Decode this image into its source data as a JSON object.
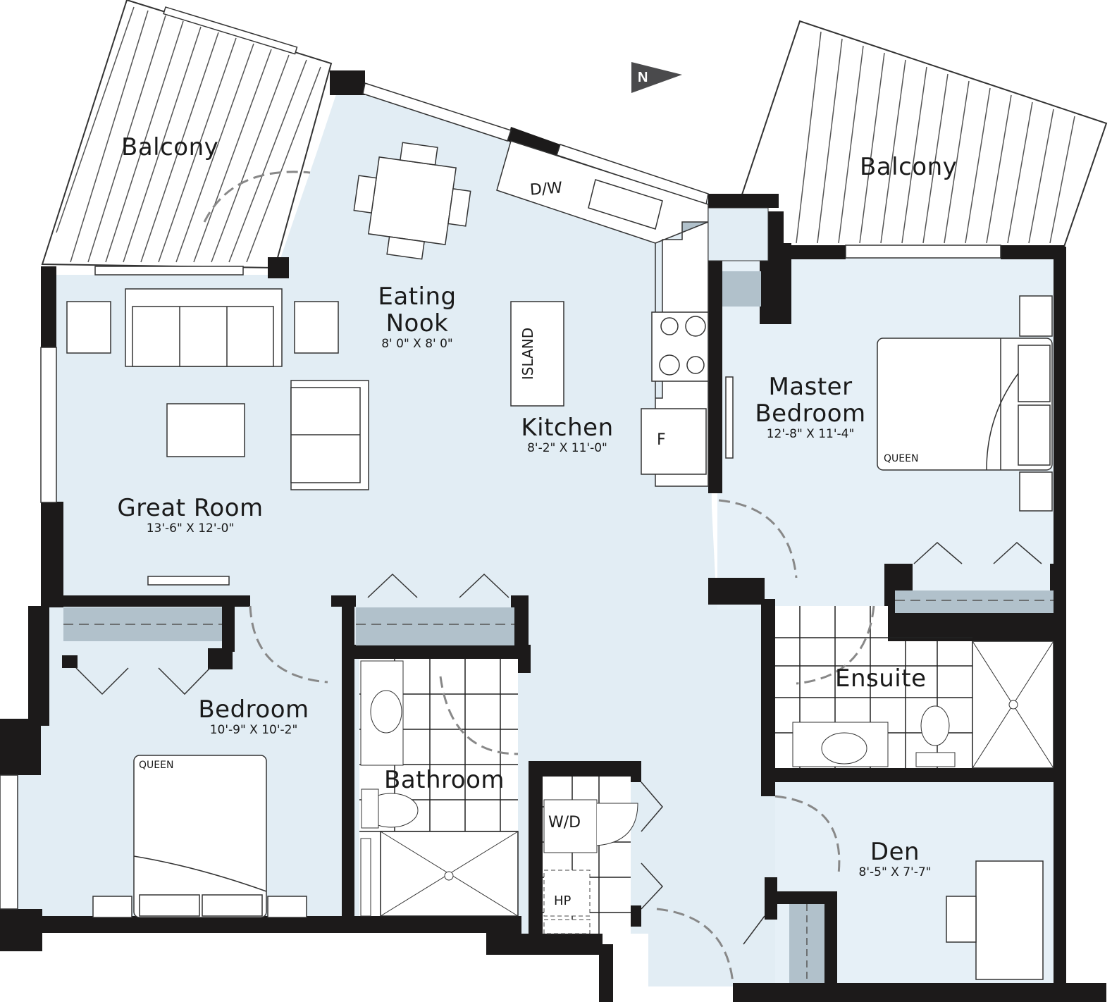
{
  "plan": {
    "colors": {
      "wall": "#1c1a1a",
      "floor": "#e2edf4",
      "closet_shelf": "#b1c1cb",
      "fixture": "#ffffff",
      "door_swing": "#8a8a8a",
      "north_arrow": "#4a4a4c"
    },
    "north_arrow": {
      "label": "N"
    },
    "rooms": [
      {
        "id": "balcony-west",
        "name": "Balcony",
        "dims": ""
      },
      {
        "id": "balcony-east",
        "name": "Balcony",
        "dims": ""
      },
      {
        "id": "eating-nook",
        "name": "Eating\nNook",
        "name_lines": [
          "Eating",
          "Nook"
        ],
        "dims": "8' 0\" X 8' 0\""
      },
      {
        "id": "kitchen",
        "name": "Kitchen",
        "dims": "8'-2\" X 11'-0\""
      },
      {
        "id": "master-bedroom",
        "name_lines": [
          "Master",
          "Bedroom"
        ],
        "dims": "12'-8\" X 11'-4\""
      },
      {
        "id": "great-room",
        "name": "Great Room",
        "dims": "13'-6\" X 12'-0\""
      },
      {
        "id": "bedroom",
        "name": "Bedroom",
        "dims": "10'-9\" X 10'-2\""
      },
      {
        "id": "bathroom",
        "name": "Bathroom",
        "dims": ""
      },
      {
        "id": "ensuite",
        "name": "Ensuite",
        "dims": ""
      },
      {
        "id": "den",
        "name": "Den",
        "dims": "8'-5\" X 7'-7\""
      }
    ],
    "fixtures": {
      "dishwasher": "D/W",
      "island": "ISLAND",
      "fridge": "F",
      "washer_dryer": "W/D",
      "heat_pump": "HP",
      "bed_master": "QUEEN",
      "bed_secondary": "QUEEN"
    }
  }
}
